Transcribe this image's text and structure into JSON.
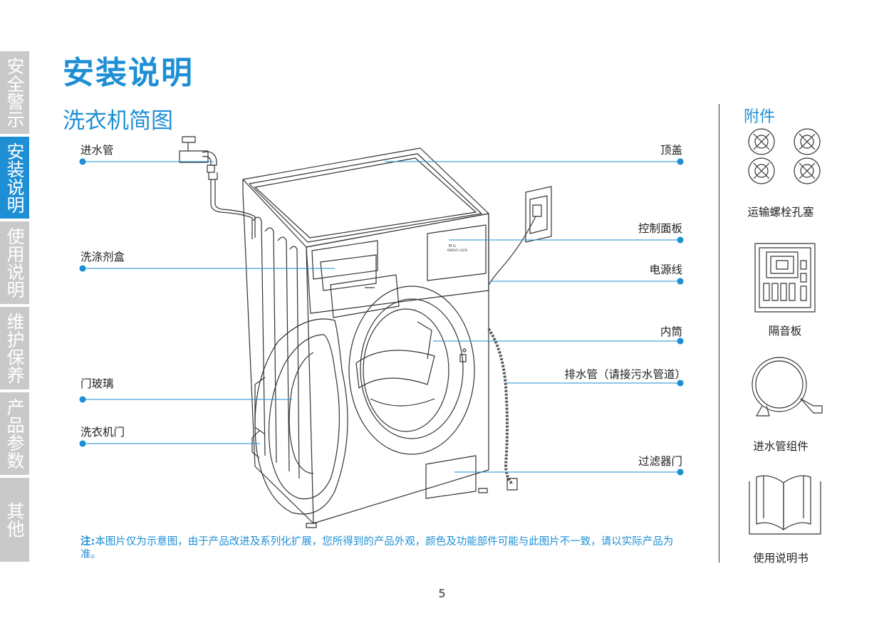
{
  "sidebar": {
    "tabs": [
      {
        "label": "安全警示",
        "active": false
      },
      {
        "label": "安装说明",
        "active": true
      },
      {
        "label": "使用说明",
        "active": false
      },
      {
        "label": "维护保养",
        "active": false
      },
      {
        "label": "产品参数",
        "active": false
      },
      {
        "label": "其他",
        "active": false
      }
    ]
  },
  "header": {
    "title": "安装说明",
    "subtitle": "洗衣机简图"
  },
  "diagram": {
    "labels": {
      "inlet_pipe": "进水管",
      "detergent_box": "洗涤剂盒",
      "door_glass": "门玻璃",
      "washer_door": "洗衣机门",
      "top_cover": "顶盖",
      "control_panel": "控制面板",
      "power_cord": "电源线",
      "inner_drum": "内筒",
      "drain_pipe": "排水管（请接污水管道）",
      "filter_door": "过滤器门"
    }
  },
  "note": {
    "prefix": "注:",
    "text": "本图片仅为示意图，由于产品改进及系列化扩展，您所得到的产品外观，颜色及功能部件可能与此图片不一致，请以实际产品为准。"
  },
  "accessories": {
    "title": "附件",
    "items": [
      "运输螺栓孔塞",
      "隔音板",
      "进水管组件",
      "使用说明书"
    ]
  },
  "page_number": "5",
  "colors": {
    "accent": "#1e8fd5",
    "sidebar_inactive": "#c9c9c9"
  }
}
